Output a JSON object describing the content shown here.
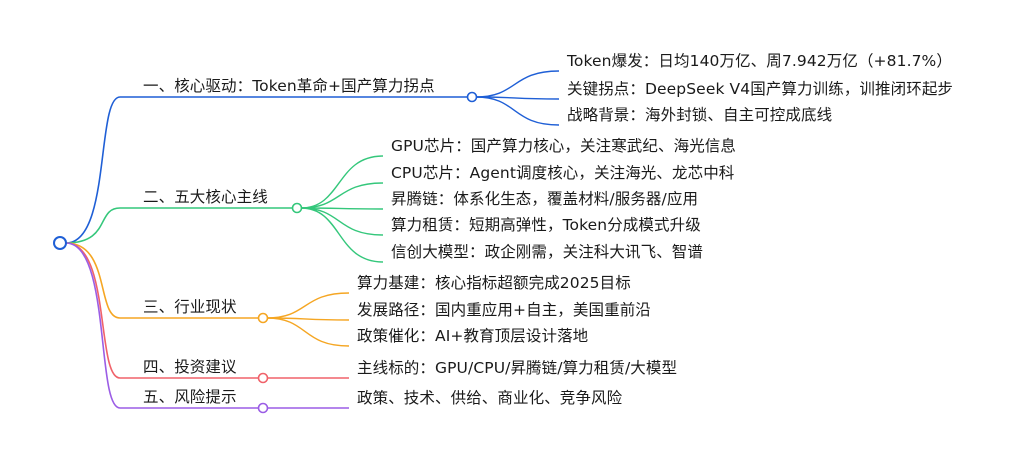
{
  "colors": {
    "blue": "#1f5fd6",
    "green": "#34c77b",
    "orange": "#f5a623",
    "red": "#f0626a",
    "purple": "#9b5de5"
  },
  "mindmap": {
    "branches": [
      {
        "label": "一、核心驱动：Token革命+国产算力拐点",
        "color": "blue",
        "children": [
          "Token爆发：日均140万亿、周7.942万亿（+81.7%）",
          "关键拐点：DeepSeek V4国产算力训练，训推闭环起步",
          "战略背景：海外封锁、自主可控成底线"
        ]
      },
      {
        "label": "二、五大核心主线",
        "color": "green",
        "children": [
          "GPU芯片：国产算力核心，关注寒武纪、海光信息",
          "CPU芯片：Agent调度核心，关注海光、龙芯中科",
          "昇腾链：体系化生态，覆盖材料/服务器/应用",
          "算力租赁：短期高弹性，Token分成模式升级",
          "信创大模型：政企刚需，关注科大讯飞、智谱"
        ]
      },
      {
        "label": "三、行业现状",
        "color": "orange",
        "children": [
          "算力基建：核心指标超额完成2025目标",
          "发展路径：国内重应用+自主，美国重前沿",
          "政策催化：AI+教育顶层设计落地"
        ]
      },
      {
        "label": "四、投资建议",
        "color": "red",
        "children": [
          "主线标的：GPU/CPU/昇腾链/算力租赁/大模型"
        ]
      },
      {
        "label": "五、风险提示",
        "color": "purple",
        "children": [
          "政策、技术、供给、商业化、竞争风险"
        ]
      }
    ]
  }
}
